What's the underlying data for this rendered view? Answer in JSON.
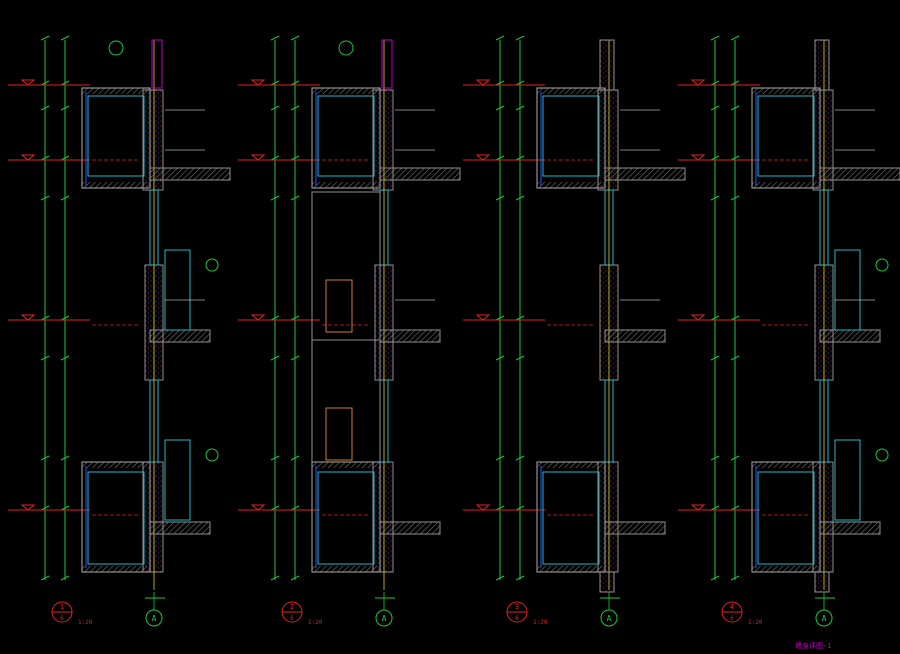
{
  "drawing": {
    "colors": {
      "background": "#000000",
      "structure": "#8f8f8f",
      "dimension": "#18c83a",
      "hatch": "#ffffff",
      "level": "#e02020",
      "accent": "#c000c0",
      "cyan": "#22b8c8",
      "blue": "#1e5cff",
      "yellow": "#e8d020",
      "wood": "#d07a3a"
    },
    "sections": [
      {
        "num": "1",
        "sheet": "6",
        "scale": "1:20",
        "axis": "A"
      },
      {
        "num": "2",
        "sheet": "6",
        "scale": "1:20",
        "axis": "A"
      },
      {
        "num": "3",
        "sheet": "6",
        "scale": "1:20",
        "axis": "A"
      },
      {
        "num": "4",
        "sheet": "6",
        "scale": "1:20",
        "axis": "A"
      }
    ],
    "footer_note": "墙身详图-1"
  }
}
